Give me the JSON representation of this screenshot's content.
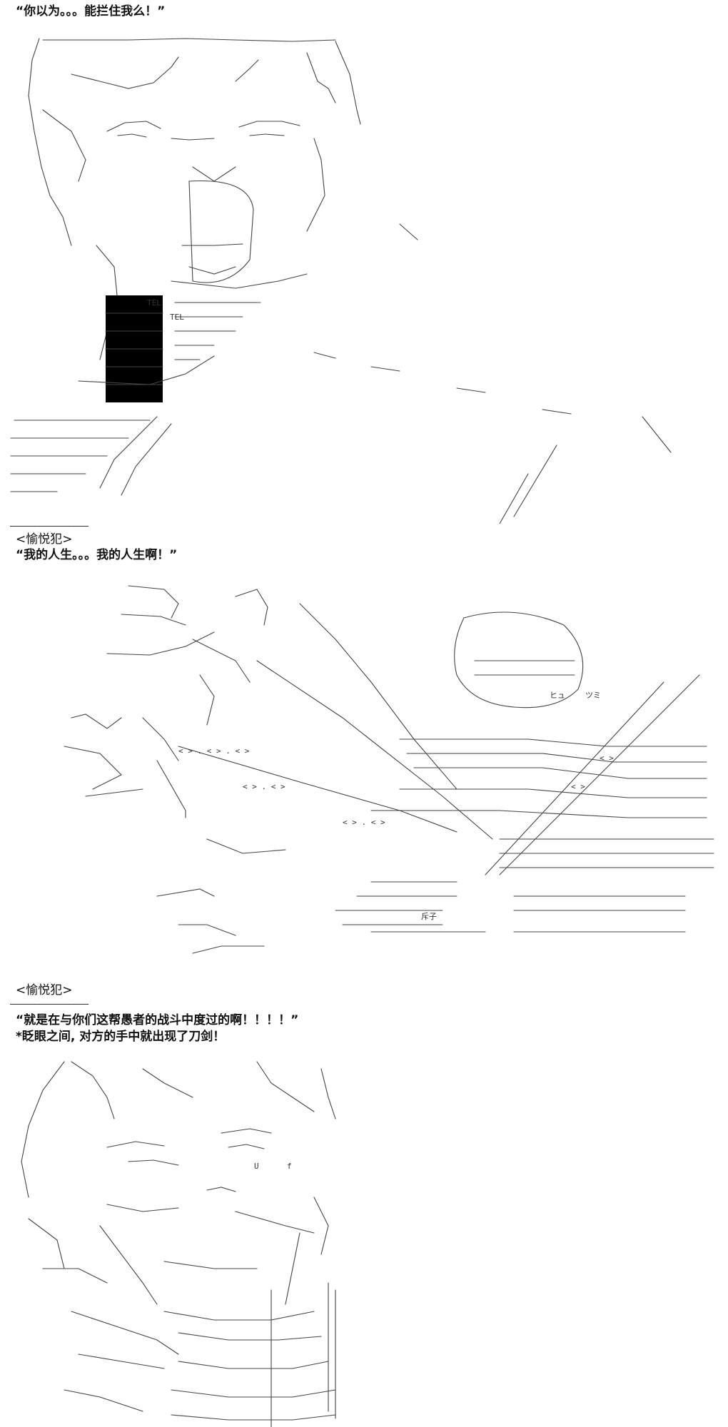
{
  "sections": [
    {
      "speaker": "",
      "lines": [
        "“你以为。。。能拦住我么！”"
      ]
    },
    {
      "speaker": "<愉悦犯>",
      "lines": [
        "“我的人生。。。我的人生啊！”"
      ]
    },
    {
      "speaker": "<愉悦犯>",
      "lines": [
        "“就是在与你们这帮愚者的战斗中度过的啊！！！！”",
        "*眨眼之间, 对方的手中就出现了刀剑！"
      ]
    }
  ],
  "separator": "————————————————",
  "art_glyphs": {
    "panel1_tel_a": "TEL",
    "panel1_tel_b": "TEL",
    "panel2_kana_a": "ヒュ",
    "panel2_kana_b": "ツミ",
    "panel2_kana_c": "斥子",
    "panel3_u": "U",
    "panel3_f": "f"
  }
}
